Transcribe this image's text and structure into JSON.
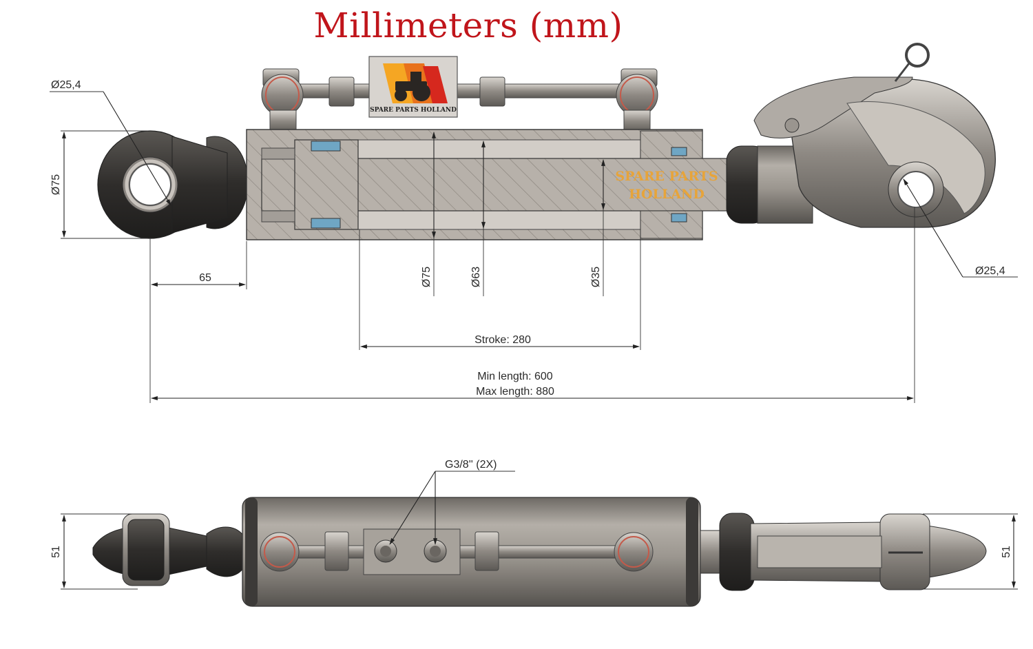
{
  "title": "Millimeters (mm)",
  "logo": {
    "text": "SPARE PARTS HOLLAND",
    "colors": [
      "#f5a623",
      "#e8721c",
      "#d6281e"
    ]
  },
  "watermark": {
    "line1": "SPARE PARTS",
    "line2": "HOLLAND",
    "color": "#e7a43a"
  },
  "dimensions": {
    "eye_left_diameter": "Ø25,4",
    "eye_left_height": "Ø75",
    "offset_left": "65",
    "bore_outer": "Ø75",
    "bore_inner": "Ø63",
    "rod_diameter": "Ø35",
    "hook_diameter": "Ø25,4",
    "stroke": "Stroke: 280",
    "min_length": "Min length: 600",
    "max_length": "Max length: 880",
    "ports": "G3/8'' (2X)",
    "width_left": "51",
    "width_right": "51"
  },
  "colors": {
    "body": "#9a958f",
    "body_dark": "#5f5b57",
    "rubber": "#3a3836",
    "hatch": "#b8b3ad",
    "title_red": "#c0151b"
  }
}
